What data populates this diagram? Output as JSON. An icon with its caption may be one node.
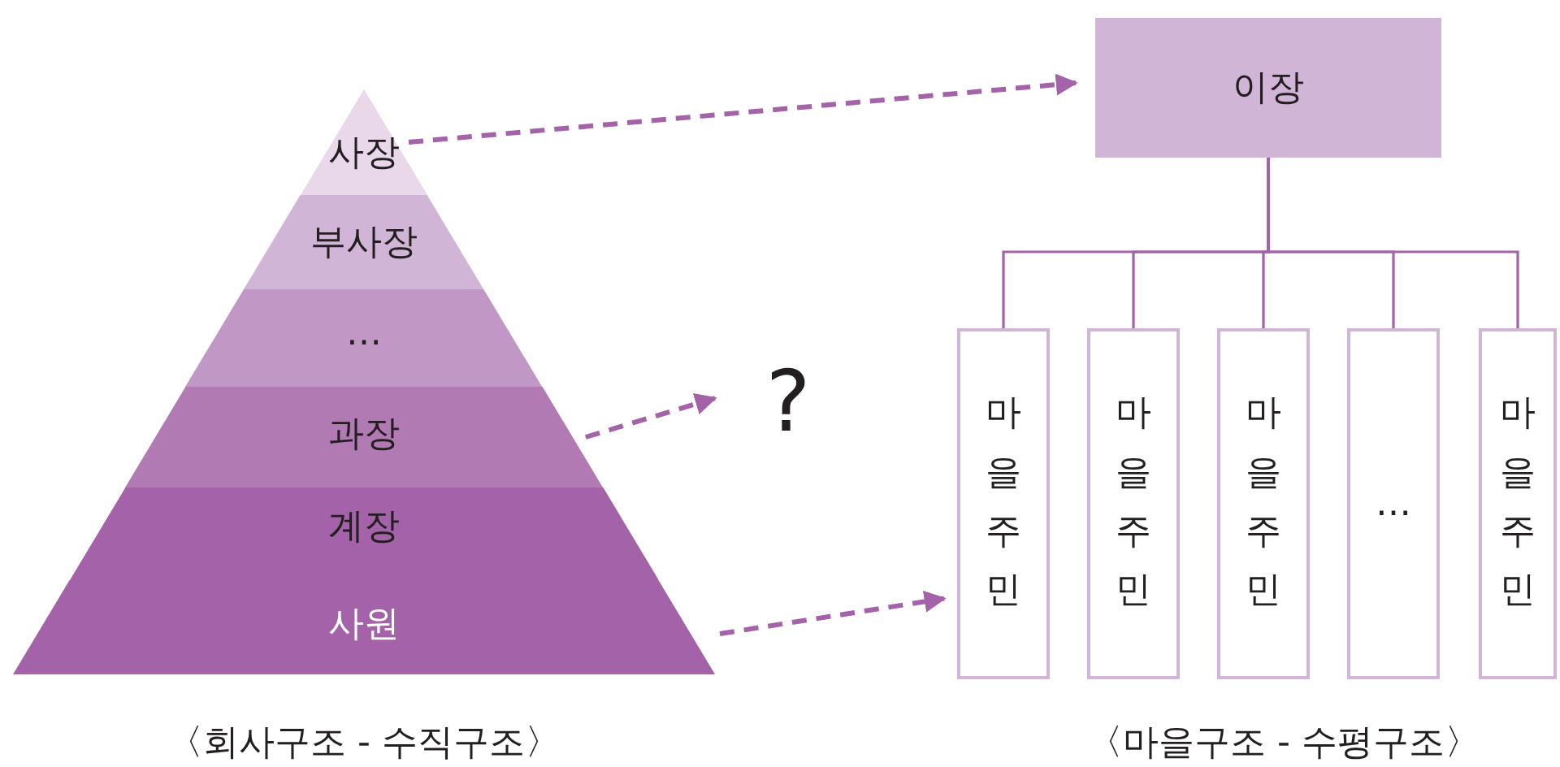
{
  "diagram": {
    "nodes": [
      {
        "text": [
          "사장"
        ]
      },
      {
        "text": [
          "부사장"
        ]
      },
      {
        "text": [
          "…"
        ]
      },
      {
        "text": [
          "과장"
        ]
      },
      {
        "text": [
          "계장"
        ]
      },
      {
        "text": [
          "사원"
        ]
      },
      {
        "text": [
          "?"
        ]
      },
      {
        "text": [
          "이장"
        ]
      },
      {
        "text": [
          "마을주민"
        ]
      },
      {
        "text": [
          "마을주민"
        ]
      },
      {
        "text": [
          "마을주민"
        ]
      },
      {
        "text": [
          "…"
        ]
      },
      {
        "text": [
          "마을주민"
        ]
      }
    ],
    "edges": [
      {
        "from": 0,
        "to": 7,
        "arrow": "to",
        "style": "dashed"
      },
      {
        "from": 3,
        "to": 6,
        "arrow": "to",
        "style": "dashed"
      },
      {
        "from": 5,
        "to": 8,
        "arrow": "to",
        "style": "dashed"
      },
      {
        "from": 7,
        "to": 8,
        "arrow": "none"
      },
      {
        "from": 7,
        "to": 9,
        "arrow": "none"
      },
      {
        "from": 7,
        "to": 10,
        "arrow": "none"
      },
      {
        "from": 7,
        "to": 11,
        "arrow": "none"
      },
      {
        "from": 7,
        "to": 12,
        "arrow": "none"
      }
    ],
    "labels": [
      "〈회사구조 - 수직구조〉",
      "〈마을구조 - 수평구조〉"
    ]
  }
}
